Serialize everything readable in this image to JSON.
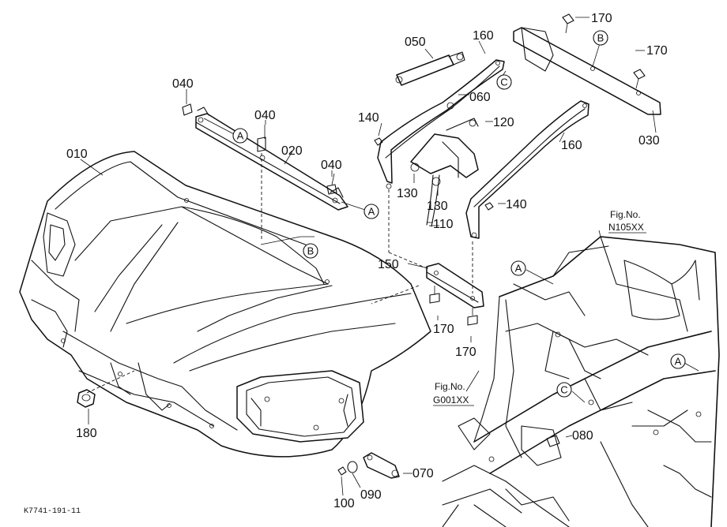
{
  "parts": {
    "p010": "010",
    "p020": "020",
    "p030": "030",
    "p040a": "040",
    "p040b": "040",
    "p040c": "040",
    "p050": "050",
    "p060": "060",
    "p070": "070",
    "p080": "080",
    "p090": "090",
    "p100": "100",
    "p110": "110",
    "p120": "120",
    "p130a": "130",
    "p130b": "130",
    "p140a": "140",
    "p140b": "140",
    "p150": "150",
    "p160a": "160",
    "p160b": "160",
    "p170a": "170",
    "p170b": "170",
    "p170c": "170",
    "p170d": "170",
    "p180": "180"
  },
  "refs": {
    "a1": "A",
    "a2": "A",
    "a3": "A",
    "a4": "A",
    "b1": "B",
    "b2": "B",
    "c1": "C",
    "c2": "C"
  },
  "figrefs": {
    "fig1_title": "Fig.No.",
    "fig1_code": "N105XX",
    "fig2_title": "Fig.No.",
    "fig2_code": "G001XX"
  },
  "drawing_code": "K7741-191-11"
}
